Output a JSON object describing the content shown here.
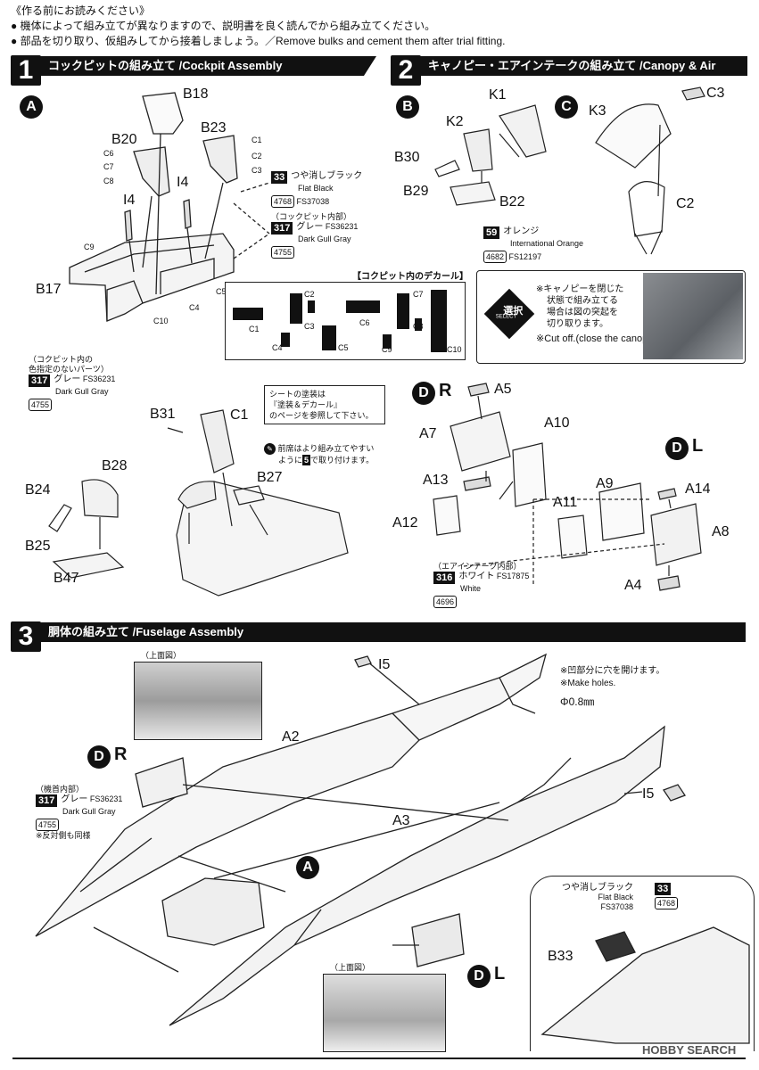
{
  "notes": [
    "《作る前にお読みください》",
    "● 機体によって組み立てが異なりますので、説明書を良く読んでから組み立てください。",
    "● 部品を切り取り、仮組みしてから接着しましょう。／Remove bulks and cement them after trial fitting."
  ],
  "steps": [
    {
      "num": "1",
      "title": "コックピットの組み立て /Cockpit Assembly"
    },
    {
      "num": "2",
      "title": "キャノピー・エアインテークの組み立て /Canopy & Air Intake Assembly"
    },
    {
      "num": "3",
      "title": "胴体の組み立て /Fuselage Assembly"
    }
  ],
  "circles": {
    "a": "A",
    "b": "B",
    "c": "C",
    "dr": "D",
    "dl": "D",
    "dr2": "D",
    "dl2": "D",
    "a2": "A"
  },
  "side": {
    "r": "R",
    "l": "L"
  },
  "parts": {
    "b18": "B18",
    "b20": "B20",
    "b23": "B23",
    "i4a": "I4",
    "i4b": "I4",
    "b17": "B17",
    "k1": "K1",
    "k2": "K2",
    "k3": "K3",
    "c3": "C3",
    "b30": "B30",
    "b29": "B29",
    "b22": "B22",
    "c2": "C2",
    "b31": "B31",
    "c1": "C1",
    "b28": "B28",
    "b24": "B24",
    "b25": "B25",
    "b47": "B47",
    "b27": "B27",
    "a5": "A5",
    "a7": "A7",
    "a10": "A10",
    "a13": "A13",
    "a12": "A12",
    "a9": "A9",
    "a14": "A14",
    "a11": "A11",
    "a8": "A8",
    "a4": "A4",
    "i5a": "I5",
    "i5b": "I5",
    "a2": "A2",
    "a3": "A3",
    "b33": "B33"
  },
  "subs": {
    "c1": "C1",
    "c2": "C2",
    "c3": "C3",
    "c6": "C6",
    "c7": "C7",
    "c8": "C8",
    "c9": "C9",
    "c10": "C10",
    "c4": "C4",
    "c5": "C5"
  },
  "decal": {
    "title": "【コクピット内のデカール】",
    "labels": [
      "C2",
      "C7",
      "C1",
      "C3",
      "C6",
      "C8",
      "C4",
      "C5",
      "C9",
      "C10"
    ]
  },
  "paints": {
    "p33a": {
      "num": "33",
      "jp": "つや消しブラック",
      "en": "Flat Black",
      "fs": "FS37038",
      "box": "4768"
    },
    "p317a": {
      "note": "（コックピット内部）",
      "num": "317",
      "jp": "グレー",
      "fsInline": "FS36231",
      "en": "Dark Gull Gray",
      "box": "4755"
    },
    "p59": {
      "num": "59",
      "jp": "オレンジ",
      "en": "International Orange",
      "fs": "FS12197",
      "box": "4682"
    },
    "p317b": {
      "note1": "（コクピット内の",
      "note2": "色指定のないパーツ）",
      "num": "317",
      "jp": "グレー",
      "fsInline": "FS36231",
      "en": "Dark Gull Gray",
      "box": "4755"
    },
    "p316": {
      "note": "（エアインテーク内部）",
      "num": "316",
      "jp": "ホワイト",
      "fsInline": "FS17875",
      "en": "White",
      "box": "4696"
    },
    "p317c": {
      "note": "（機首内部）",
      "num": "317",
      "jp": "グレー",
      "fsInline": "FS36231",
      "en": "Dark Gull Gray",
      "box": "4755",
      "extra": "※反対側も同様"
    },
    "p33b": {
      "jp": "つや消しブラック",
      "en": "Flat Black",
      "fs": "FS37038",
      "num": "33",
      "box": "4768"
    }
  },
  "seat_note": {
    "l1": "シートの塗装は",
    "l2": "『塗装＆デカール』",
    "l3": "のページを参照して下さい。"
  },
  "front_seat_note": {
    "l1": "前席はより組み立てやすい",
    "l2": "ように",
    "l3": "で取り付けます。",
    "ref": "5"
  },
  "canopy_note": {
    "badge1": "選択",
    "badge2": "SELECT",
    "l1": "※キャノピーを閉じた",
    "l2": "状態で組み立てる",
    "l3": "場合は図の突起を",
    "l4": "切り取ります。",
    "l5": "※Cut off.(close the canopy)"
  },
  "holes_note": {
    "l1": "※凹部分に穴を開けます。",
    "l2": "※Make holes.",
    "l3": "Φ0.8㎜"
  },
  "top_view": "（上面図）",
  "watermark": "HOBBY SEARCH"
}
